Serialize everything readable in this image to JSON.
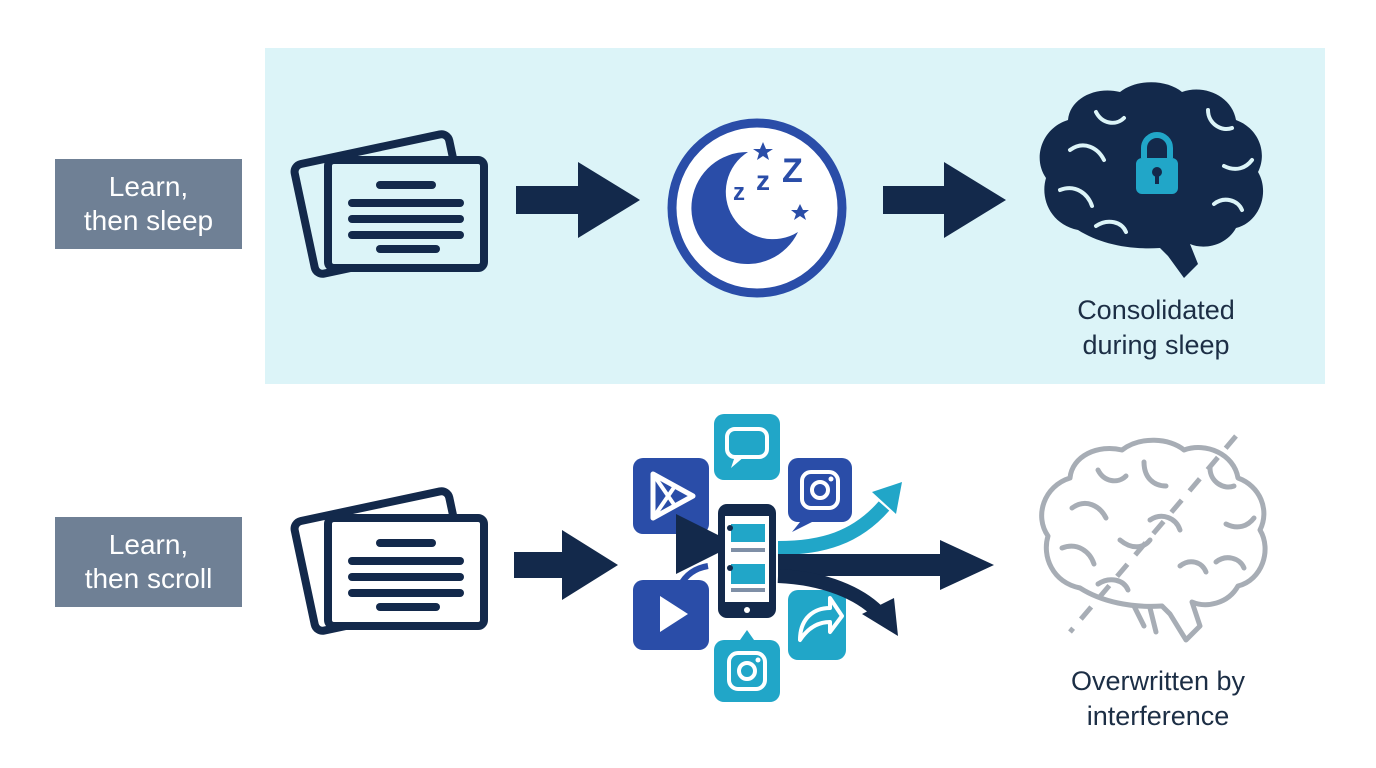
{
  "rows": [
    {
      "id": "sleep",
      "label_line1": "Learn,",
      "label_line2": "then sleep",
      "caption_line1": "Consolidated",
      "caption_line2": "during sleep",
      "outcome_icon": "brain-lock-icon"
    },
    {
      "id": "scroll",
      "label_line1": "Learn,",
      "label_line2": "then scroll",
      "caption_line1": "Overwritten by",
      "caption_line2": "interference",
      "outcome_icon": "faded-brain-icon"
    }
  ],
  "icons": [
    "flashcards-icon",
    "arrow-right-icon",
    "moon-sleep-icon",
    "brain-lock-icon",
    "smartphone-icon",
    "play-store-icon",
    "chat-bubble-icon",
    "instagram-icon",
    "video-play-icon",
    "share-icon",
    "faded-brain-icon"
  ],
  "colors": {
    "navy": "#13294b",
    "royal_blue": "#2a4da8",
    "teal": "#21a6c8",
    "highlight_panel": "#dcf4f8",
    "label_bg": "#6f8095",
    "faded_gray": "#a7adb5"
  }
}
